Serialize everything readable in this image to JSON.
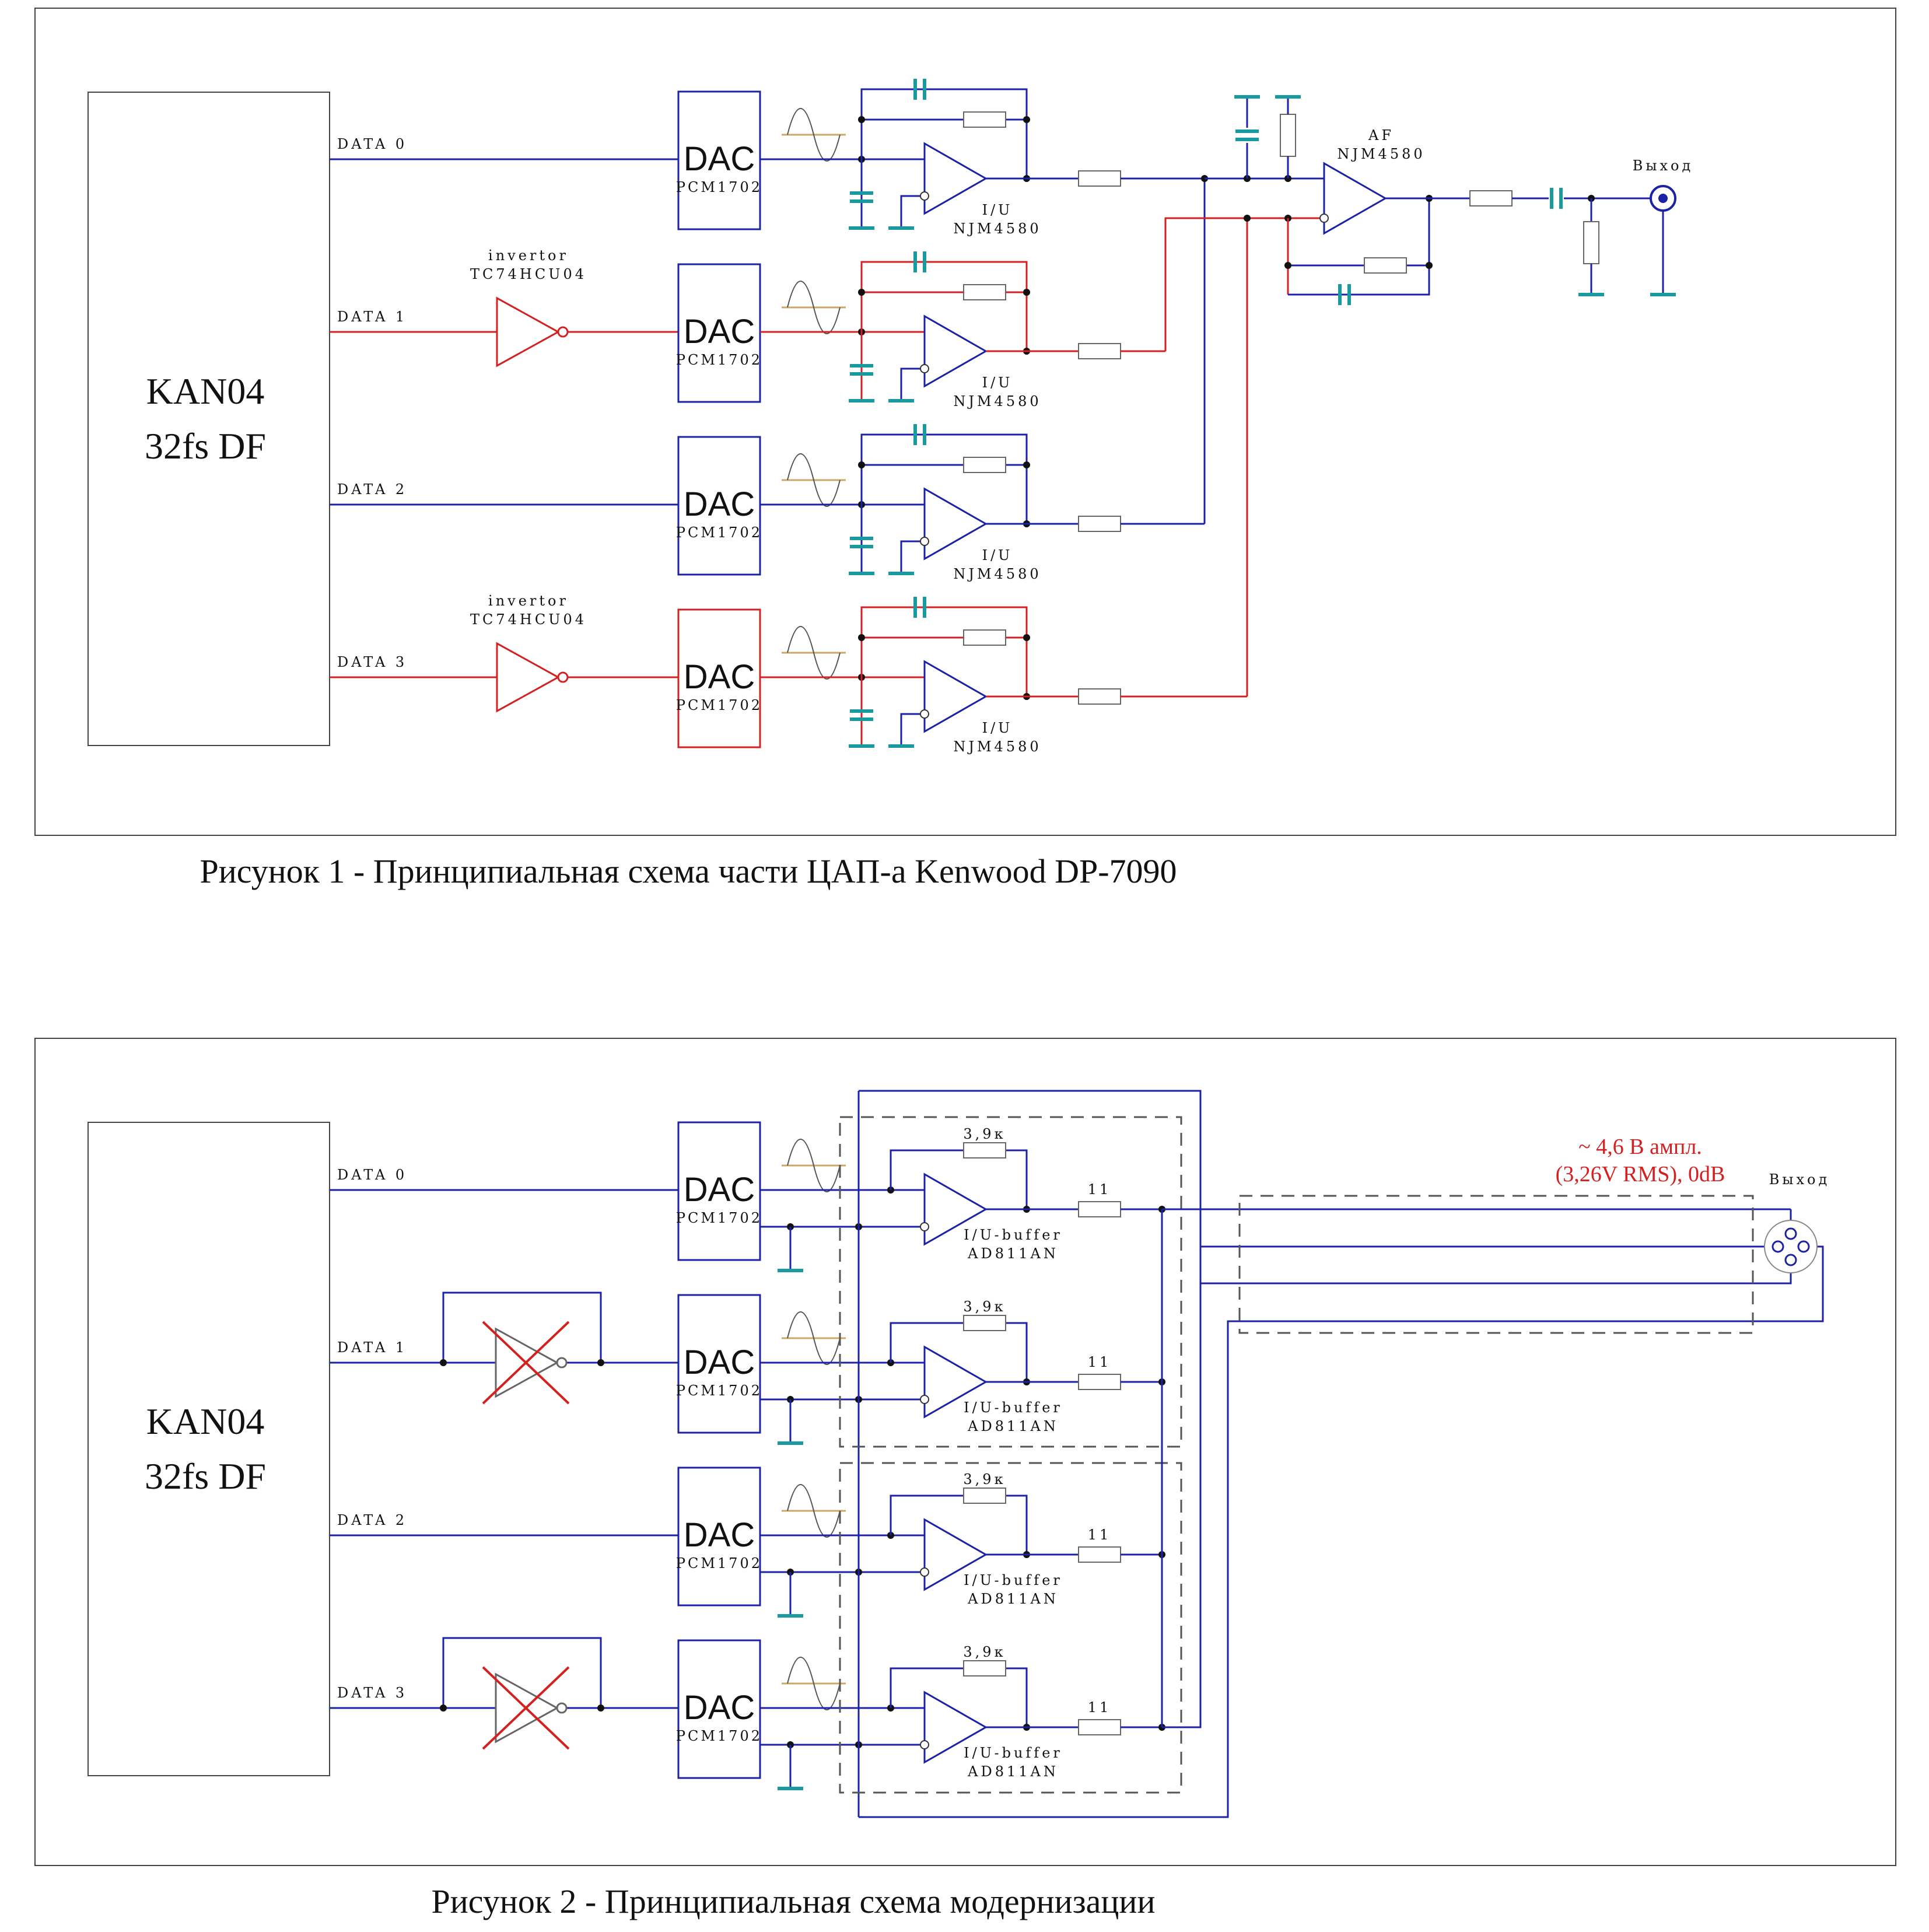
{
  "colors": {
    "wire_blue": "#1c22a6",
    "wire_red": "#d42020",
    "ground_teal": "#189aa0",
    "component_gray": "#666666",
    "sine_tan": "#c9a86a"
  },
  "figure1": {
    "caption": "Рисунок 1 - Принципиальная схема части ЦАП-а Kenwood DP-7090",
    "source_block": {
      "line1": "KAN04",
      "line2": "32fs DF"
    },
    "channels": [
      {
        "data_label": "DATA 0",
        "inverted": false
      },
      {
        "data_label": "DATA 1",
        "inverted": true
      },
      {
        "data_label": "DATA 2",
        "inverted": false
      },
      {
        "data_label": "DATA 3",
        "inverted": true
      }
    ],
    "inverter": {
      "line1": "invertor",
      "line2": "TC74HCU04"
    },
    "dac": {
      "name": "DAC",
      "part": "PCM1702"
    },
    "iv_stage": {
      "line1": "I/U",
      "line2": "NJM4580"
    },
    "af_stage": {
      "line1": "AF",
      "line2": "NJM4580"
    },
    "output_label": "Выход"
  },
  "figure2": {
    "caption": "Рисунок 2 - Принципиальная схема модернизации",
    "source_block": {
      "line1": "KAN04",
      "line2": "32fs DF"
    },
    "channels": [
      {
        "data_label": "DATA 0",
        "inverter_removed": false
      },
      {
        "data_label": "DATA 1",
        "inverter_removed": true
      },
      {
        "data_label": "DATA 2",
        "inverter_removed": false
      },
      {
        "data_label": "DATA 3",
        "inverter_removed": true
      }
    ],
    "dac": {
      "name": "DAC",
      "part": "PCM1702"
    },
    "buffer": {
      "line1": "I/U-buffer",
      "line2": "AD811AN"
    },
    "feedback_resistor": "3,9к",
    "output_resistor": "11",
    "output_level": {
      "line1": "~ 4,6 В ампл.",
      "line2": "(3,26V RMS), 0dB"
    },
    "output_label": "Выход"
  }
}
